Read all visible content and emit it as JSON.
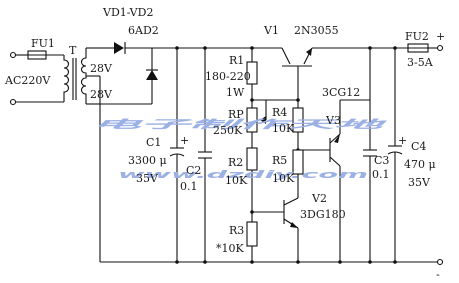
{
  "colors": {
    "ink": "#111111",
    "watermark": "#9bb0e4",
    "background": "#ffffff"
  },
  "labels": {
    "fu1": "FU1",
    "t": "T",
    "ac": "AC220V",
    "sec1": "28V",
    "sec2": "28V",
    "vd_range": "VD1-VD2",
    "vd_type": "6AD2",
    "v1": "V1",
    "v1_type": "2N3055",
    "fu2": "FU2",
    "fu2_rating": "3-5A",
    "r1": "R1",
    "r1_value": "180-220",
    "r1_power": "1W",
    "rp": "RP",
    "rp_value": "250K",
    "r4": "R4",
    "r4_value": "10K",
    "v3": "V3",
    "v3_type": "3CG12",
    "c1": "C1",
    "c1_value": "3300 μ",
    "c1_voltage": "35V",
    "c2": "C2",
    "c2_value": "0.1",
    "r2": "R2",
    "r2_value": "10K",
    "r5": "R5",
    "r5_value": "10K",
    "c3": "C3",
    "c3_value": "0.1",
    "c4": "C4",
    "c4_value": "470 μ",
    "c4_voltage": "35V",
    "v2": "V2",
    "v2_type": "3DG180",
    "r3": "R3",
    "r3_value": "*10K",
    "plus_out": "+",
    "minus_out": "-",
    "plus_c1": "+",
    "plus_c4": "+"
  },
  "watermark": {
    "title": "电子制作天地",
    "url": "www.dzdiy.com"
  }
}
